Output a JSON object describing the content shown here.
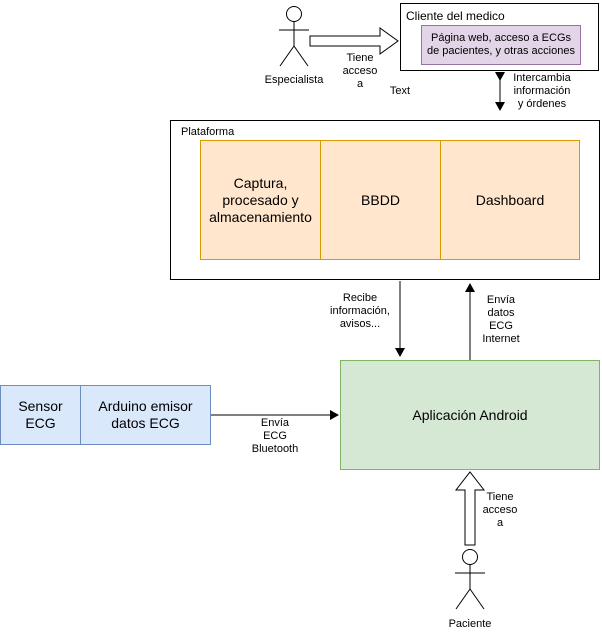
{
  "clinician_client": {
    "title": "Cliente del medico",
    "web_page": "Página web, acceso a ECGs de pacientes, y otras acciones"
  },
  "platform": {
    "title": "Plataforma",
    "modules": [
      "Captura, procesado y almacenamiento",
      "BBDD",
      "Dashboard"
    ]
  },
  "sensor": {
    "sensor_label": "Sensor ECG",
    "arduino_label": "Arduino emisor datos ECG"
  },
  "android_app": {
    "label": "Aplicación Android"
  },
  "actors": {
    "specialist": "Especialista",
    "patient": "Paciente"
  },
  "edges": {
    "specialist_access": [
      "Tiene",
      "acceso",
      "a"
    ],
    "stray_text": "Text",
    "exchange": [
      "Intercambia",
      "información",
      "y órdenes"
    ],
    "receive": [
      "Recibe",
      "información,",
      "avisos..."
    ],
    "send_internet": [
      "Envía",
      "datos",
      "ECG",
      "Internet"
    ],
    "send_bluetooth": [
      "Envía",
      "ECG",
      "Bluetooth"
    ],
    "patient_access": [
      "Tiene",
      "acceso",
      "a"
    ]
  }
}
